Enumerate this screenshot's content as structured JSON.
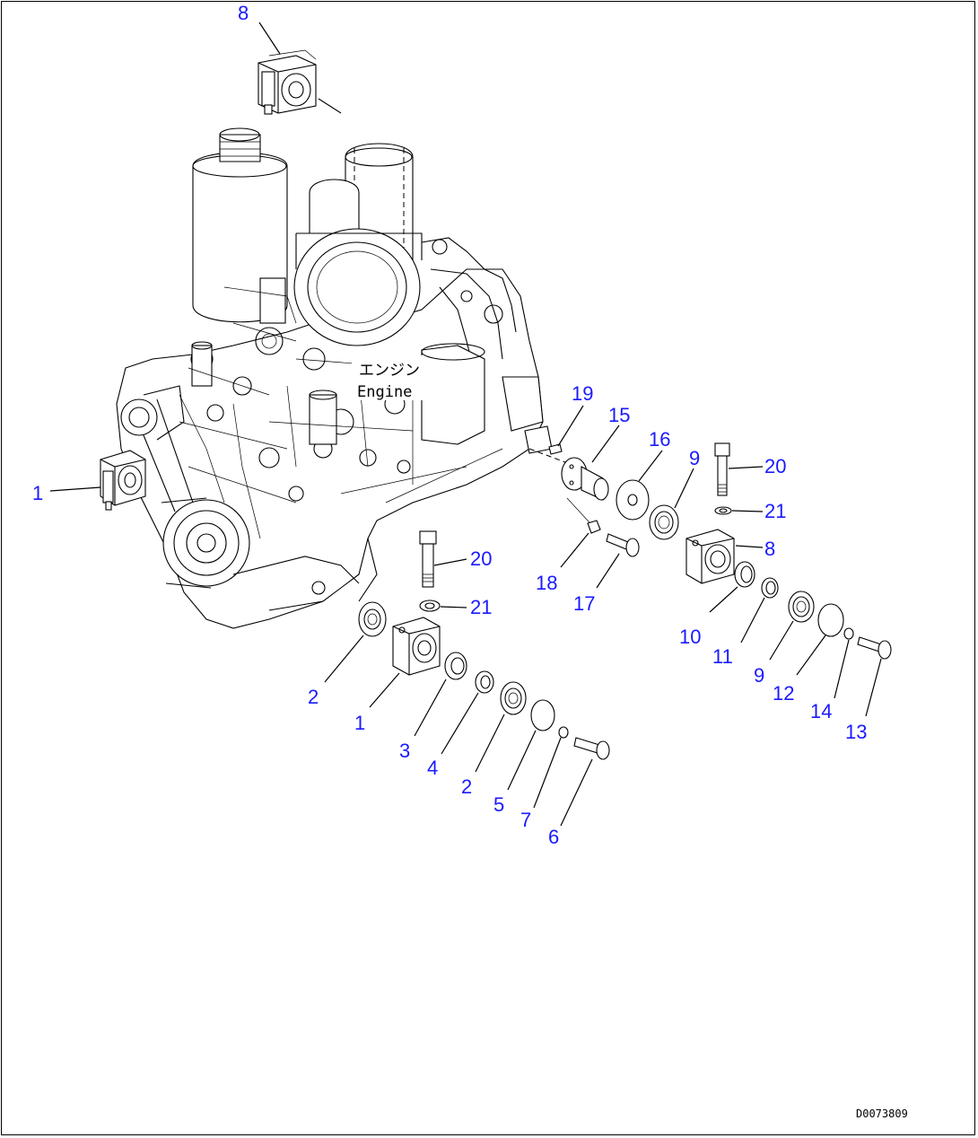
{
  "engine_label": {
    "jp": "エンジン",
    "en": "Engine"
  },
  "figure_id": "D0073809",
  "callouts": [
    {
      "id": "c8-top",
      "text": "8"
    },
    {
      "id": "c1-left",
      "text": "1"
    },
    {
      "id": "c19",
      "text": "19"
    },
    {
      "id": "c15",
      "text": "15"
    },
    {
      "id": "c16",
      "text": "16"
    },
    {
      "id": "c9-upper",
      "text": "9"
    },
    {
      "id": "c20-right",
      "text": "20"
    },
    {
      "id": "c21-right",
      "text": "21"
    },
    {
      "id": "c8-right",
      "text": "8"
    },
    {
      "id": "c18",
      "text": "18"
    },
    {
      "id": "c17",
      "text": "17"
    },
    {
      "id": "c20-mid",
      "text": "20"
    },
    {
      "id": "c21-mid",
      "text": "21"
    },
    {
      "id": "c10",
      "text": "10"
    },
    {
      "id": "c11",
      "text": "11"
    },
    {
      "id": "c9-lower",
      "text": "9"
    },
    {
      "id": "c12",
      "text": "12"
    },
    {
      "id": "c14",
      "text": "14"
    },
    {
      "id": "c13",
      "text": "13"
    },
    {
      "id": "c2-left",
      "text": "2"
    },
    {
      "id": "c1-mid",
      "text": "1"
    },
    {
      "id": "c3",
      "text": "3"
    },
    {
      "id": "c4",
      "text": "4"
    },
    {
      "id": "c2-mid",
      "text": "2"
    },
    {
      "id": "c5",
      "text": "5"
    },
    {
      "id": "c7",
      "text": "7"
    },
    {
      "id": "c6",
      "text": "6"
    }
  ]
}
